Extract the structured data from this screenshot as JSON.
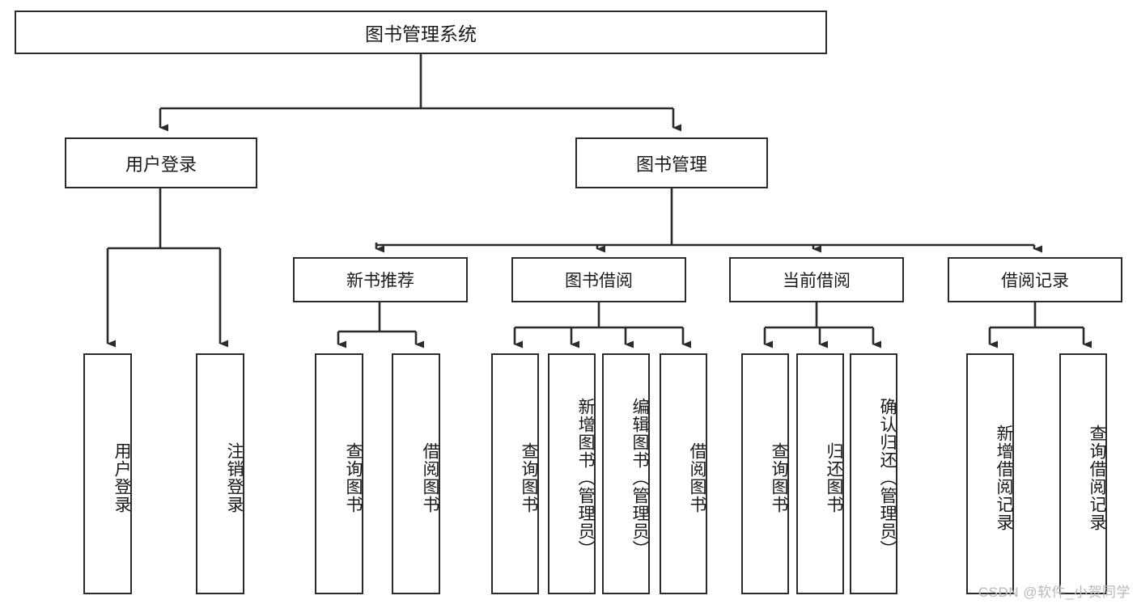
{
  "diagram": {
    "title": "图书管理系统",
    "type": "hierarchy-tree",
    "watermark": "CSDN @软件_小贺同学",
    "colors": {
      "stroke": "#2b2b2b",
      "text": "#1a1a1a",
      "background": "#ffffff",
      "watermark": "#b9b9b9"
    },
    "root": {
      "label": "图书管理系统"
    },
    "level2": [
      {
        "label": "用户登录"
      },
      {
        "label": "图书管理"
      }
    ],
    "level3": [
      {
        "label": "新书推荐"
      },
      {
        "label": "图书借阅"
      },
      {
        "label": "当前借阅"
      },
      {
        "label": "借阅记录"
      }
    ],
    "leaves": {
      "user_login": [
        {
          "label": "用户登录"
        },
        {
          "label": "注销登录"
        }
      ],
      "new_book_recommend": [
        {
          "label": "查询图书"
        },
        {
          "label": "借阅图书"
        }
      ],
      "book_borrow": [
        {
          "label": "查询图书"
        },
        {
          "label": "新增图书（管理员）"
        },
        {
          "label": "编辑图书（管理员）"
        },
        {
          "label": "借阅图书"
        }
      ],
      "current_borrow": [
        {
          "label": "查询图书"
        },
        {
          "label": "归还图书"
        },
        {
          "label": "确认归还（管理员）"
        }
      ],
      "borrow_record": [
        {
          "label": "新增借阅记录"
        },
        {
          "label": "查询借阅记录"
        }
      ]
    }
  }
}
